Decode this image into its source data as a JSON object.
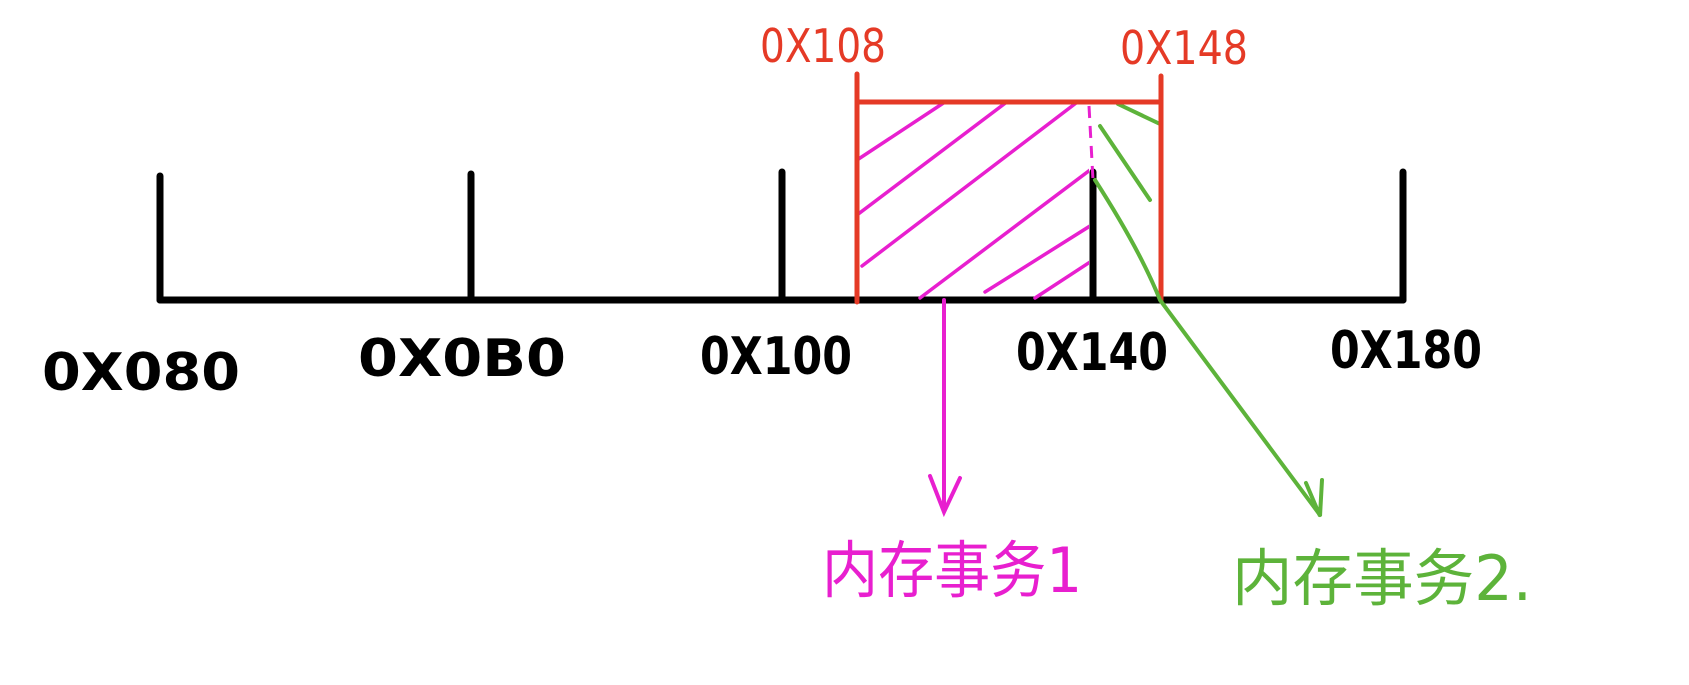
{
  "axis": {
    "ticks": [
      "0X080",
      "0X0B0",
      "0X100",
      "0X140",
      "0X180"
    ]
  },
  "range": {
    "start_label": "0X108",
    "end_label": "0X148"
  },
  "transactions": [
    {
      "label": "内存事务1"
    },
    {
      "label": "内存事务2."
    }
  ],
  "colors": {
    "axis": "#000000",
    "range": "#e53a26",
    "transaction1": "#e81fcf",
    "transaction2": "#5db33a"
  }
}
